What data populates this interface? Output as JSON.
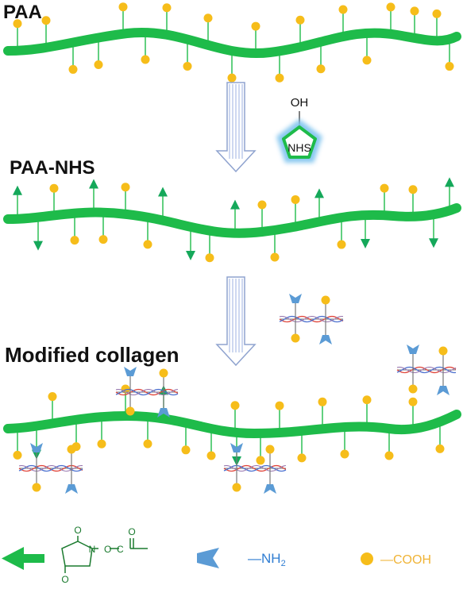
{
  "labels": {
    "paa": "PAA",
    "paa_nhs": "PAA-NHS",
    "modified_collagen": "Modified collagen"
  },
  "reagent": {
    "oh": "OH",
    "nhs": "NHS"
  },
  "legend": {
    "nhs_o_top": "O",
    "nhs_n": "N",
    "nhs_o_bottom": "O",
    "ester_chain": "O  C",
    "ester_o": "O",
    "amine": "—NH",
    "amine_subscript": "2",
    "carboxyl": "—COOH"
  },
  "colors": {
    "backbone": "#1ebb4a",
    "carboxyl": "#f6bd1a",
    "nhs_group": "#15a85a",
    "amine": "#5b9bd5",
    "collagen_red": "#e0453a",
    "collagen_blue": "#4a6fcf",
    "process_arrow": "#b4c4e8",
    "legend_carboxyl_text": "#f0b437",
    "legend_amine_text": "#2f7dd2",
    "nhs_structure": "#1a7a2e"
  },
  "icons": {
    "step_arrow": "hollow-down-arrow-icon",
    "reagent": "nhs-pentagon-icon",
    "carboxyl": "carboxyl-dot-icon",
    "nhs_group": "nhs-arrow-icon",
    "amine": "amine-chevron-icon"
  }
}
